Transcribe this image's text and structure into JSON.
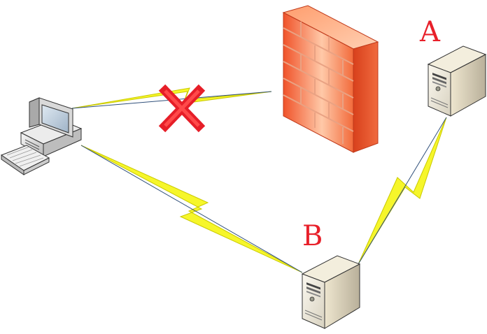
{
  "nodes": {
    "server_a": {
      "label": "A"
    },
    "server_b": {
      "label": "B"
    }
  },
  "links": [
    {
      "from": "workstation",
      "to": "firewall",
      "status": "blocked",
      "marker": "x-icon"
    },
    {
      "from": "workstation",
      "to": "server_b",
      "status": "connected"
    },
    {
      "from": "server_b",
      "to": "server_a",
      "status": "connected"
    }
  ],
  "colors": {
    "lightning": "#f6f62a",
    "lightning_stroke": "#c9c900",
    "link_line": "#2f4f7a",
    "block_mark": "#e61e28",
    "label": "#e8202a",
    "firewall_light": "#ffd2b4",
    "firewall_dark": "#e8451c"
  }
}
